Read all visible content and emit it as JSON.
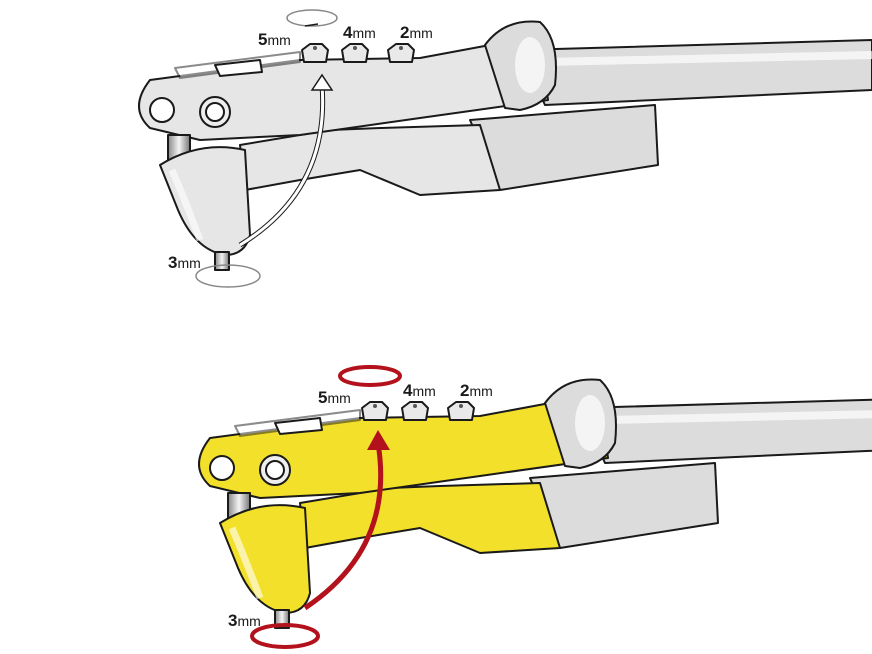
{
  "title": "Rivet tool nozzle change diagram",
  "panels": [
    {
      "id": "before",
      "body_color": "#e6e6e6",
      "arrow_color": "#ffffff",
      "labels": {
        "nozzle_5": "5",
        "nozzle_4": "4",
        "nozzle_2": "2",
        "nozzle_3": "3",
        "unit": "mm"
      }
    },
    {
      "id": "after",
      "body_color": "#f3e02a",
      "arrow_color": "#b3121c",
      "labels": {
        "nozzle_5": "5",
        "nozzle_4": "4",
        "nozzle_2": "2",
        "nozzle_3": "3",
        "unit": "mm"
      }
    }
  ],
  "colors": {
    "handle_sleeve": "#d9d9d9",
    "outline": "#1a1a1a",
    "steel": "#c8c8c8"
  }
}
